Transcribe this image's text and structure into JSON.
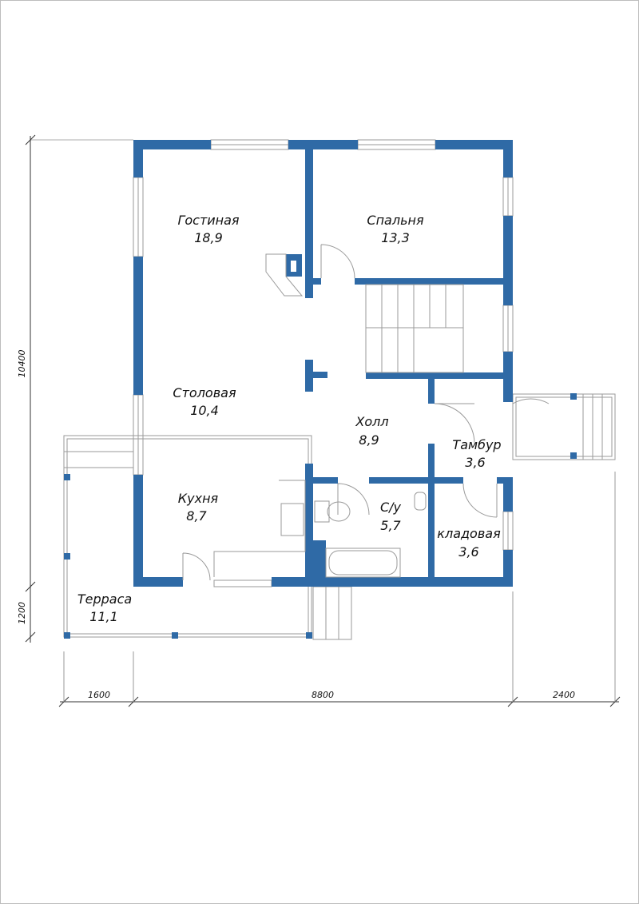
{
  "colors": {
    "wall": "#2f6aa6"
  },
  "rooms": [
    {
      "name": "Гостиная",
      "area": "18,9"
    },
    {
      "name": "Спальня",
      "area": "13,3"
    },
    {
      "name": "Столовая",
      "area": "10,4"
    },
    {
      "name": "Холл",
      "area": "8,9"
    },
    {
      "name": "Тамбур",
      "area": "3,6"
    },
    {
      "name": "Кухня",
      "area": "8,7"
    },
    {
      "name": "С/у",
      "area": "5,7"
    },
    {
      "name": "кладовая",
      "area": "3,6"
    },
    {
      "name": "Терраса",
      "area": "11,1"
    }
  ],
  "dimensions": {
    "height_main": "10400",
    "height_terrace": "1200",
    "width_left": "1600",
    "width_main": "8800",
    "width_right": "2400"
  }
}
